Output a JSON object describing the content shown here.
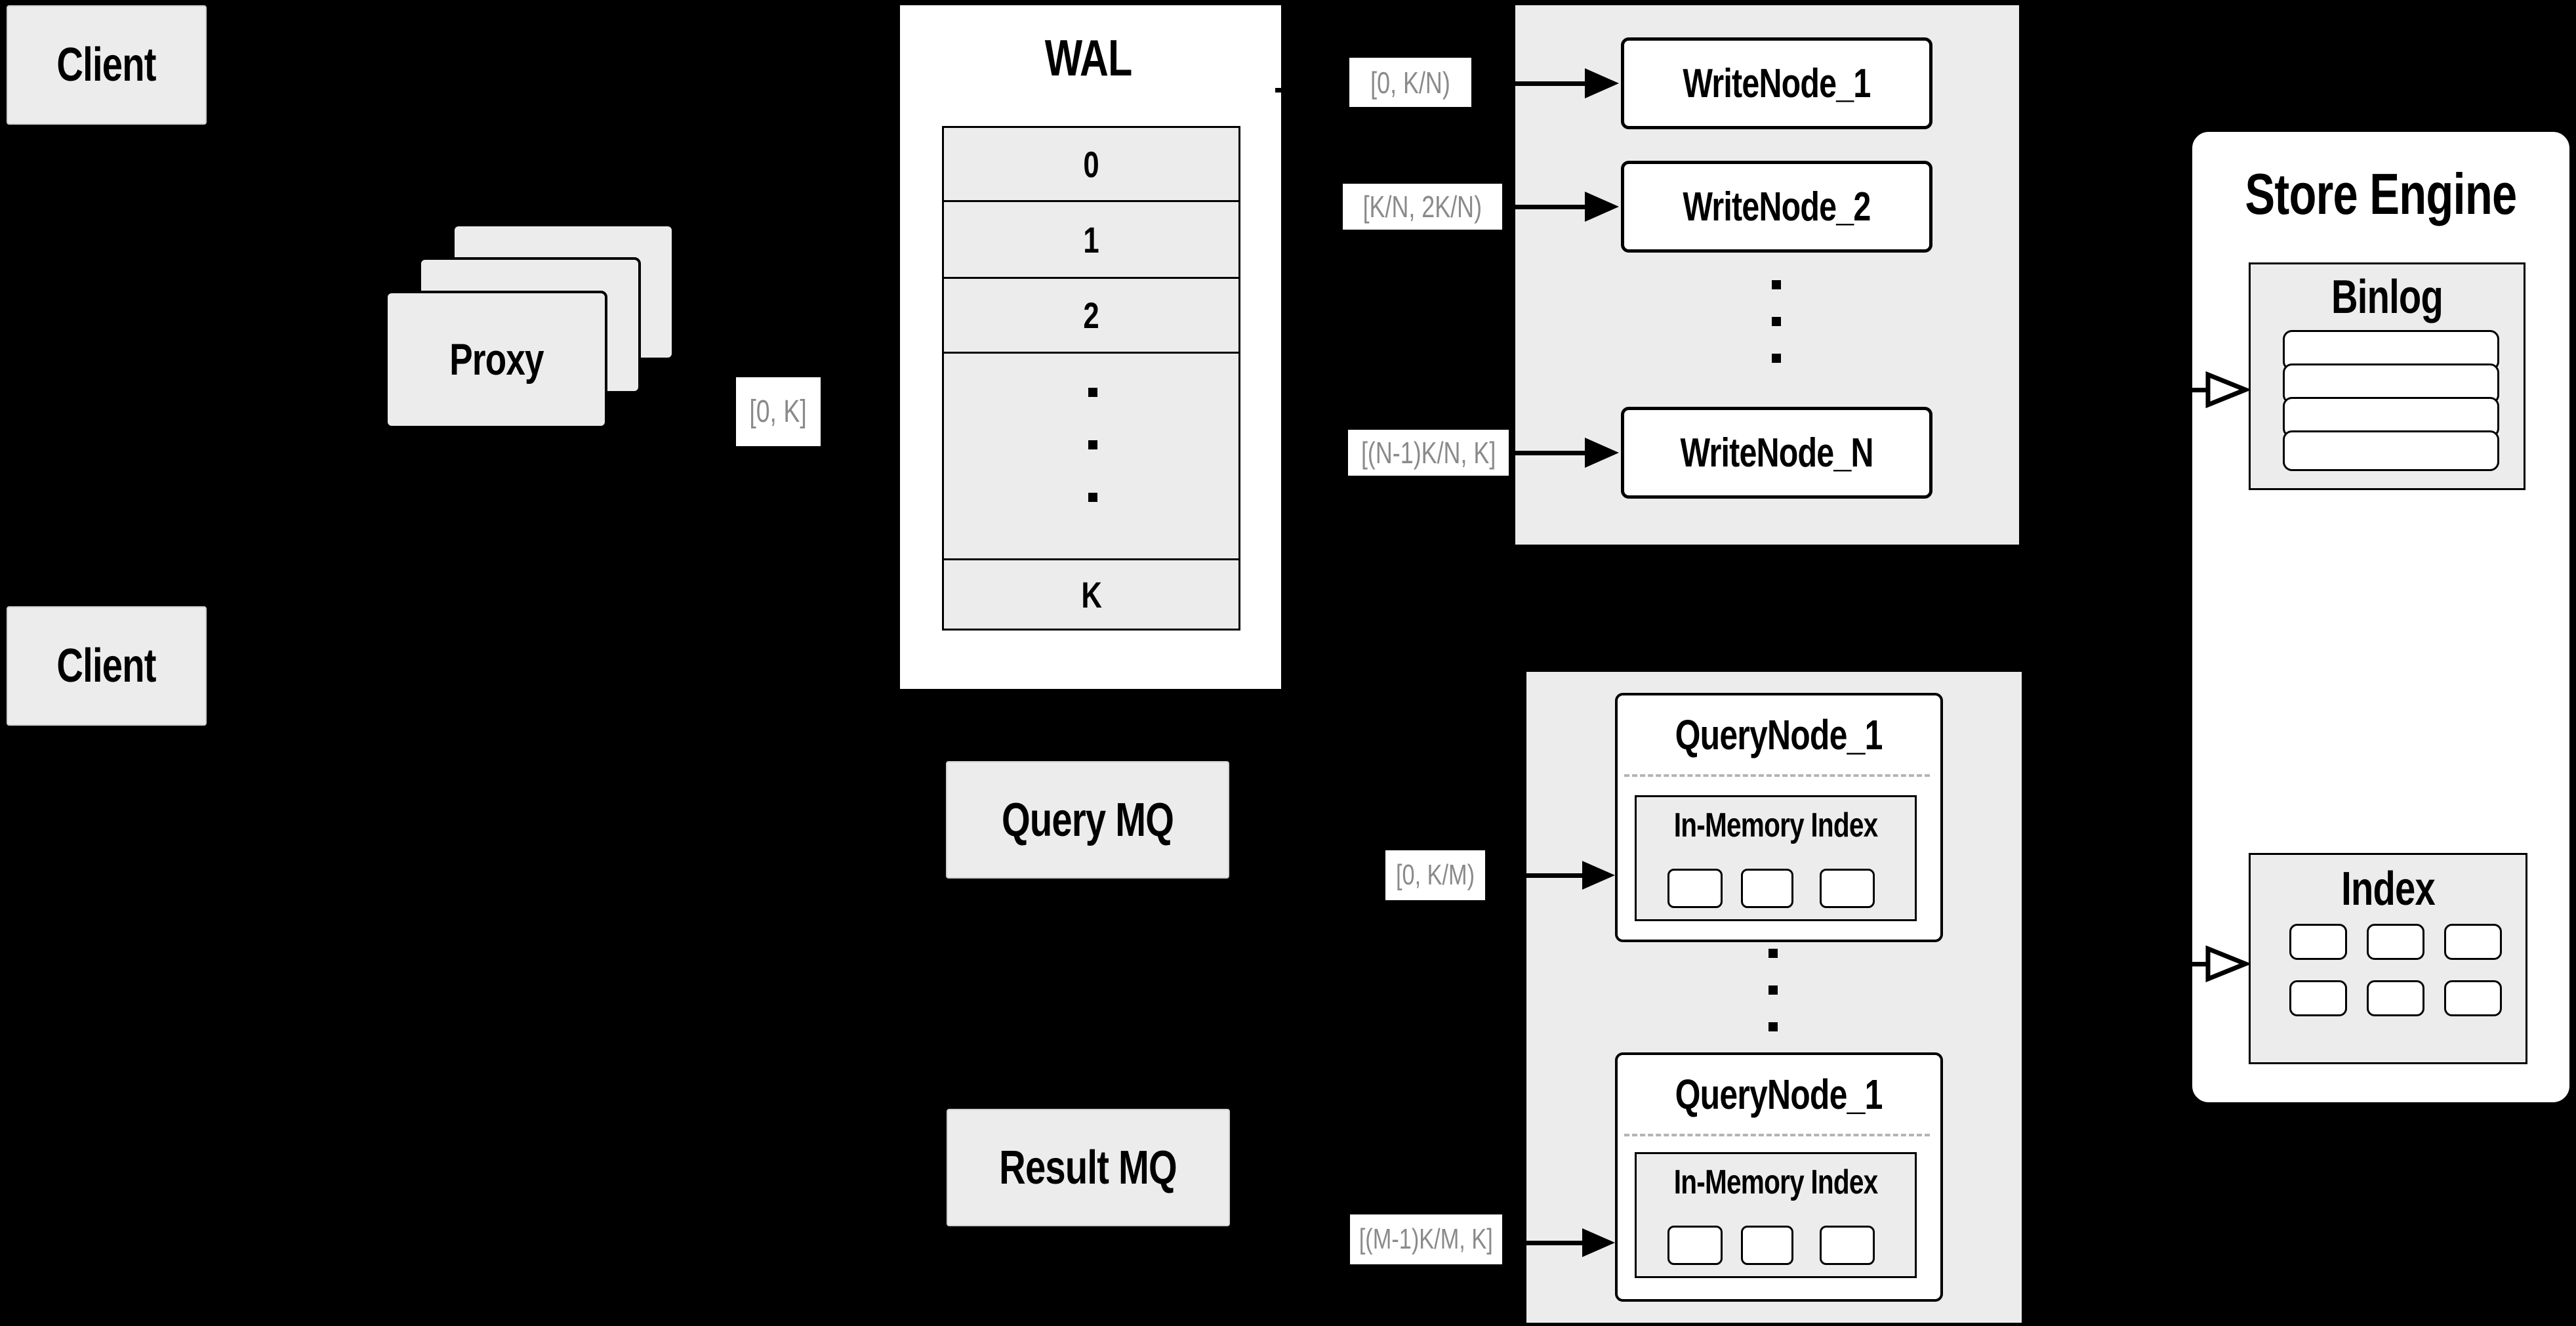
{
  "colors": {
    "background": "#000000",
    "node_fill_gray": "#ececec",
    "node_fill_white": "#ffffff",
    "stroke": "#000000",
    "range_label_text": "#8a8a8a",
    "dashed_divider": "#b3b3b3"
  },
  "clients": {
    "top_label": "Client",
    "bottom_label": "Client"
  },
  "proxy": {
    "label": "Proxy",
    "stacked_cards": 3
  },
  "range_labels": {
    "proxy_to_wal": "[0, K]",
    "wal_to_writenode_1": "[0, K/N)",
    "wal_to_writenode_2": "[K/N, 2K/N)",
    "wal_to_writenode_n": "[(N-1)K/N, K]",
    "querymq_to_querynode": "[0, K/M)",
    "resultmq_to_querynode": "[(M-1)K/M, K]"
  },
  "wal": {
    "title": "WAL",
    "cells": [
      "0",
      "1",
      "2"
    ],
    "last_cell": "K",
    "ellipsis_dots": 3
  },
  "write_nodes": {
    "node_1": "WriteNode_1",
    "node_2": "WriteNode_2",
    "node_n": "WriteNode_N",
    "ellipsis_dots": 3
  },
  "mq": {
    "query_label": "Query MQ",
    "result_label": "Result MQ"
  },
  "query_nodes": {
    "ellipsis_dots": 3,
    "top": {
      "title": "QueryNode_1",
      "index_title": "In-Memory Index",
      "segment_cells": 3
    },
    "bottom": {
      "title": "QueryNode_1",
      "index_title": "In-Memory Index",
      "segment_cells": 3
    }
  },
  "store_engine": {
    "title": "Store Engine",
    "binlog": {
      "title": "Binlog",
      "rows": 4
    },
    "index": {
      "title": "Index",
      "cells": 6
    }
  }
}
